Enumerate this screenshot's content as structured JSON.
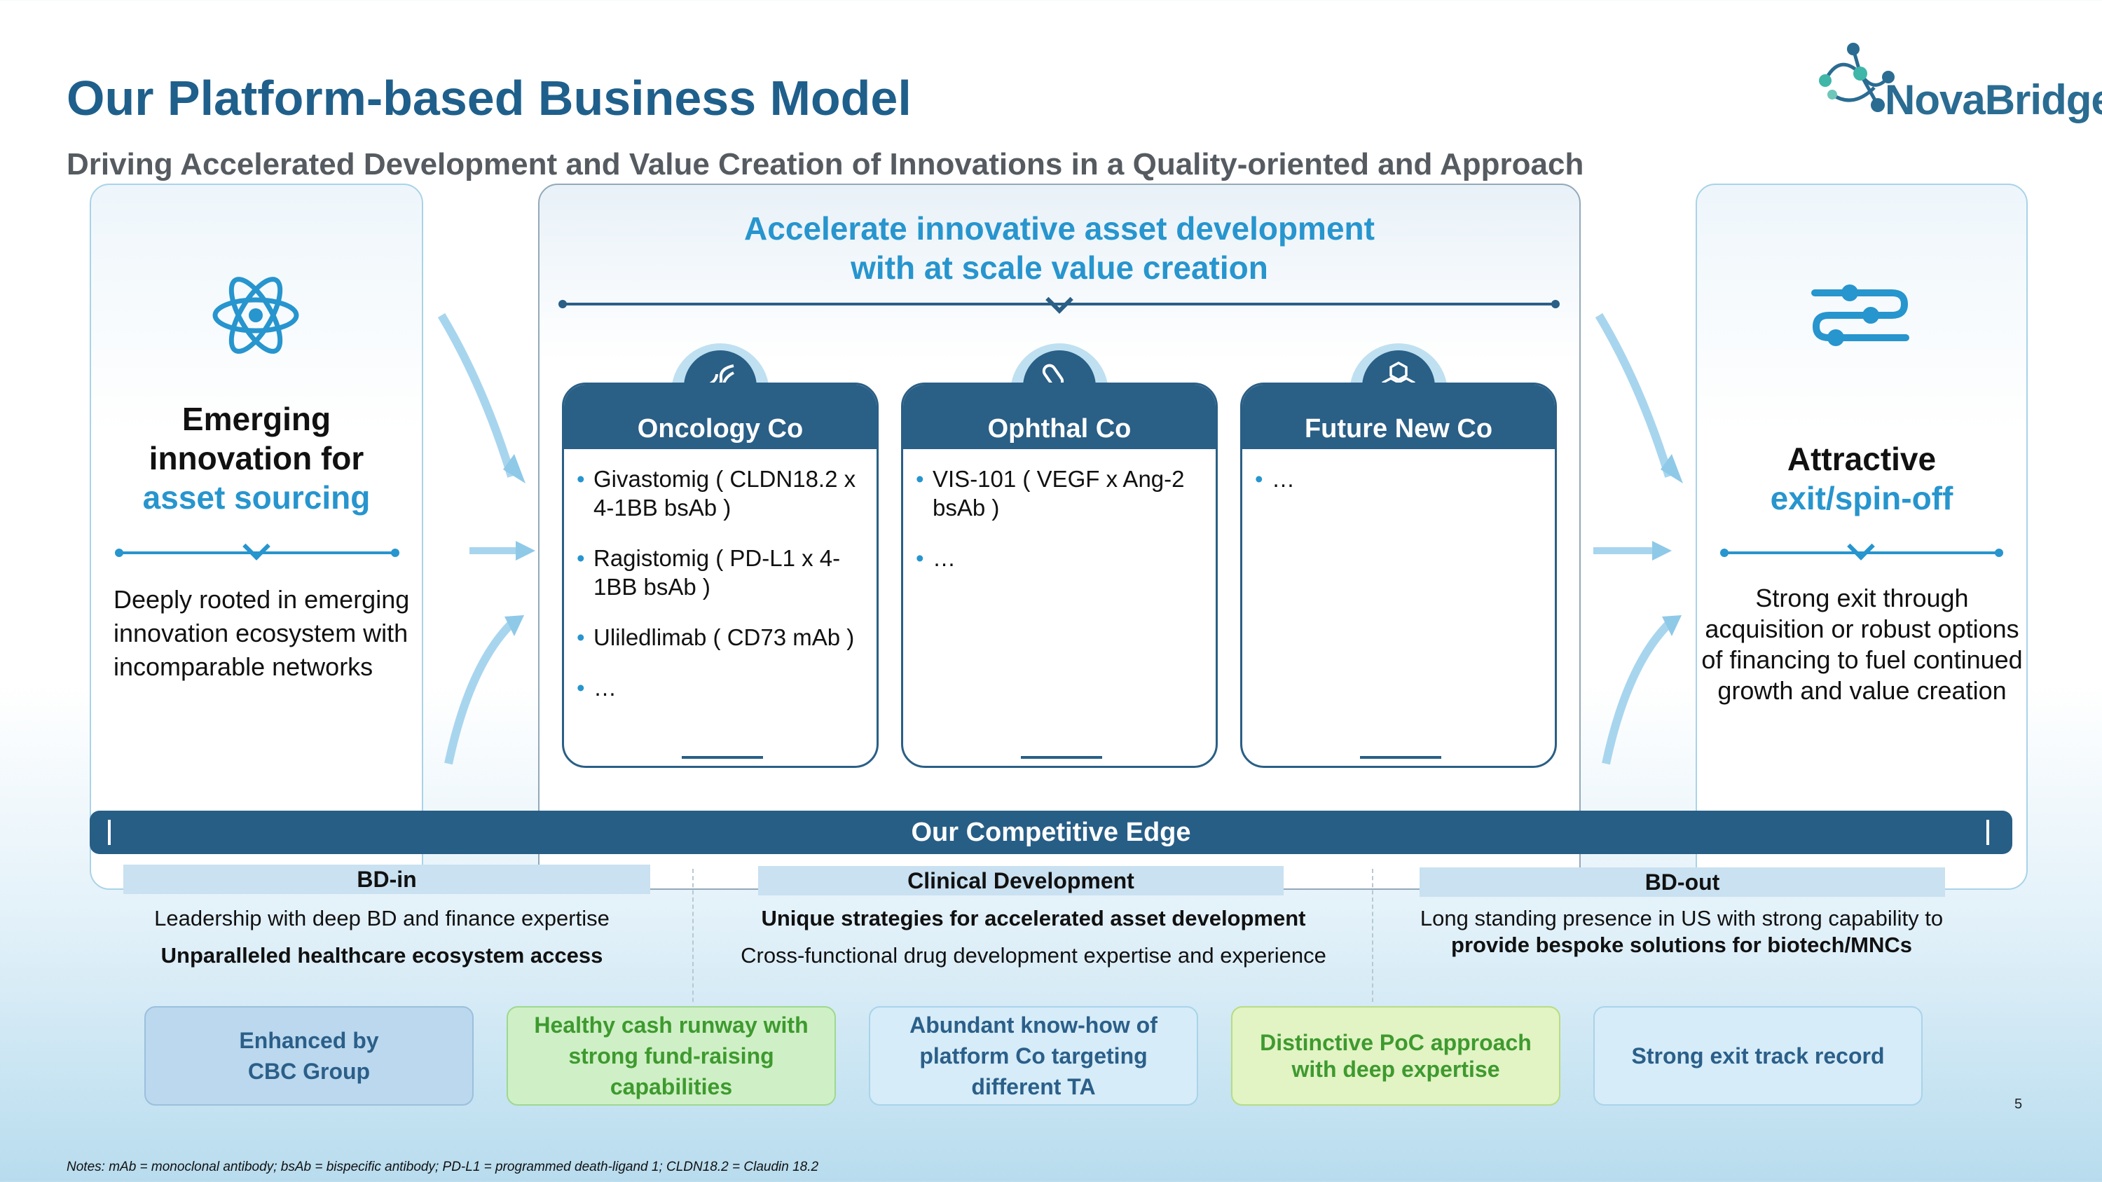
{
  "header": {
    "title": "Our Platform-based Business Model",
    "subtitle": "Driving Accelerated Development and Value Creation of Innovations in a Quality-oriented and Approach",
    "logo_text": "NovaBridge"
  },
  "left_panel": {
    "title_line1": "Emerging",
    "title_line2": "innovation for",
    "title_highlight": "asset sourcing",
    "description": "Deeply rooted in emerging innovation ecosystem with incomparable networks",
    "icon": "atom-icon"
  },
  "middle_panel": {
    "heading_line1": "Accelerate innovative asset development",
    "heading_line2": "with at scale value creation",
    "companies": [
      {
        "name": "Oncology Co",
        "icon": "dna-icon",
        "items": [
          "Givastomig ( CLDN18.2 x 4-1BB bsAb )",
          "Ragistomig ( PD-L1 x 4-1BB bsAb )",
          "Uliledlimab ( CD73 mAb )",
          "…"
        ]
      },
      {
        "name": "Ophthal Co",
        "icon": "pill-icon",
        "items": [
          "VIS-101 ( VEGF x Ang-2 bsAb )",
          "…"
        ]
      },
      {
        "name": "Future New Co",
        "icon": "molecule-icon",
        "items": [
          "…"
        ]
      }
    ]
  },
  "right_panel": {
    "title_line1": "Attractive",
    "title_highlight": "exit/spin-off",
    "description": "Strong exit through acquisition or robust options of financing to fuel continued growth and value creation",
    "icon": "settings-lines-icon"
  },
  "competitive_edge": {
    "title": "Our Competitive Edge",
    "sections": [
      {
        "heading": "BD-in",
        "line1": "Leadership with deep BD and finance expertise",
        "line2": "Unparalleled healthcare ecosystem access"
      },
      {
        "heading": "Clinical Development",
        "line1": "Unique strategies for accelerated asset development",
        "line2": "Cross-functional drug development expertise and experience"
      },
      {
        "heading": "BD-out",
        "line1": "Long standing presence in US with strong capability to",
        "line2": "provide bespoke solutions for biotech/MNCs"
      }
    ]
  },
  "bottom_boxes": [
    {
      "line1": "Enhanced by",
      "line2": "CBC Group",
      "line3": ""
    },
    {
      "line1": "Healthy cash runway with",
      "line2": "strong fund-raising",
      "line3": "capabilities"
    },
    {
      "line1": "Abundant know-how of",
      "line2": "platform Co targeting",
      "line3": "different TA"
    },
    {
      "line1": "Distinctive PoC approach",
      "line2": "with deep expertise",
      "line3": ""
    },
    {
      "line1": "Strong exit track record",
      "line2": "",
      "line3": ""
    }
  ],
  "page_number": "5",
  "notes": "Notes: mAb = monoclonal antibody; bsAb = bispecific antibody; PD-L1 = programmed death-ligand 1; CLDN18.2 = Claudin 18.2",
  "colors": {
    "primary": "#1f5f8b",
    "accent": "#2795ce",
    "dark_blue": "#275e86",
    "green": "#3e9a2f"
  }
}
